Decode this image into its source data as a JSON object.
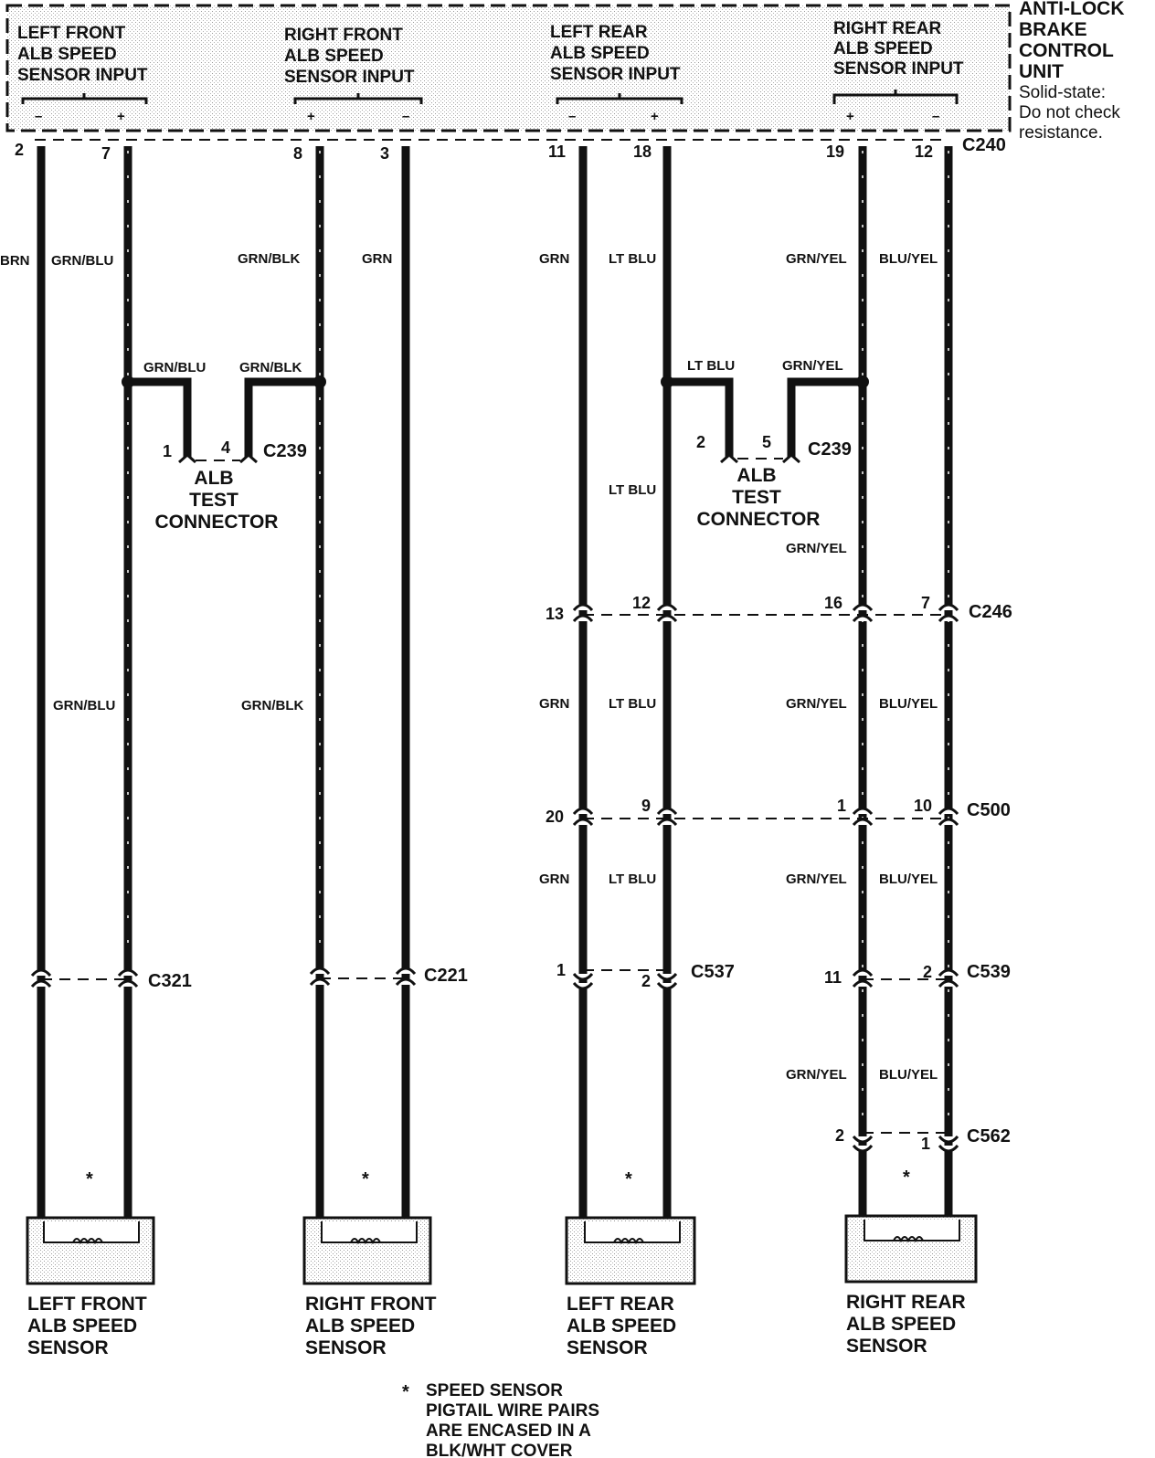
{
  "control_unit": {
    "title_lines": [
      "ANTI-LOCK",
      "BRAKE",
      "CONTROL",
      "UNIT"
    ],
    "note_lines": [
      "Solid-state:",
      "Do not check",
      "resistance."
    ],
    "connector": "C240",
    "inputs": [
      {
        "lines": [
          "LEFT FRONT",
          "ALB SPEED",
          "SENSOR INPUT"
        ],
        "minus": "–",
        "plus": "+"
      },
      {
        "lines": [
          "RIGHT FRONT",
          "ALB SPEED",
          "SENSOR INPUT"
        ],
        "minus": "–",
        "plus": "+"
      },
      {
        "lines": [
          "LEFT REAR",
          "ALB SPEED",
          "SENSOR INPUT"
        ],
        "minus": "–",
        "plus": "+"
      },
      {
        "lines": [
          "RIGHT REAR",
          "ALB SPEED",
          "SENSOR INPUT"
        ],
        "minus": "–",
        "plus": "+"
      }
    ]
  },
  "pins": {
    "c240": [
      "2",
      "7",
      "8",
      "3",
      "11",
      "18",
      "19",
      "12"
    ],
    "c239_left": [
      "1",
      "4"
    ],
    "c239_right": [
      "2",
      "5"
    ],
    "c246": [
      "13",
      "12",
      "16",
      "7"
    ],
    "c500": [
      "20",
      "9",
      "1",
      "10"
    ],
    "c537": [
      "1",
      "2"
    ],
    "c539": [
      "11",
      "2"
    ],
    "c562": [
      "2",
      "1"
    ]
  },
  "connectors": {
    "c239": "C239",
    "c246": "C246",
    "c500": "C500",
    "c321": "C321",
    "c221": "C221",
    "c537": "C537",
    "c539": "C539",
    "c562": "C562"
  },
  "wire_colors": {
    "w1_top": "BRN",
    "w2_top": "GRN/BLU",
    "w3_top": "GRN/BLK",
    "w4_top": "GRN",
    "w5_top": "GRN",
    "w6_top": "LT BLU",
    "w7_top": "GRN/YEL",
    "w8_top": "BLU/YEL",
    "w2_mid": "GRN/BLU",
    "w3_mid": "GRN/BLK",
    "w6_mid": "LT BLU",
    "w7_mid": "GRN/YEL",
    "w5_b": "GRN",
    "w6_b": "LT BLU",
    "w7_b": "GRN/YEL",
    "w8_b": "BLU/YEL",
    "w5_c": "GRN",
    "w6_c": "LT BLU",
    "w7_c": "GRN/YEL",
    "w8_c": "BLU/YEL",
    "w7_d": "GRN/YEL",
    "w8_d": "BLU/YEL",
    "tap_lf": "GRN/BLU",
    "tap_rf": "GRN/BLK",
    "tap_lr": "LT BLU",
    "tap_rr": "GRN/YEL"
  },
  "test_connector_lines": [
    "ALB",
    "TEST",
    "CONNECTOR"
  ],
  "sensors": [
    [
      "LEFT FRONT",
      "ALB SPEED",
      "SENSOR"
    ],
    [
      "RIGHT FRONT",
      "ALB SPEED",
      "SENSOR"
    ],
    [
      "LEFT REAR",
      "ALB SPEED",
      "SENSOR"
    ],
    [
      "RIGHT REAR",
      "ALB SPEED",
      "SENSOR"
    ]
  ],
  "asterisk": "*",
  "footnote_lines": [
    "SPEED SENSOR",
    "PIGTAIL WIRE PAIRS",
    "ARE ENCASED IN A",
    "BLK/WHT COVER"
  ]
}
